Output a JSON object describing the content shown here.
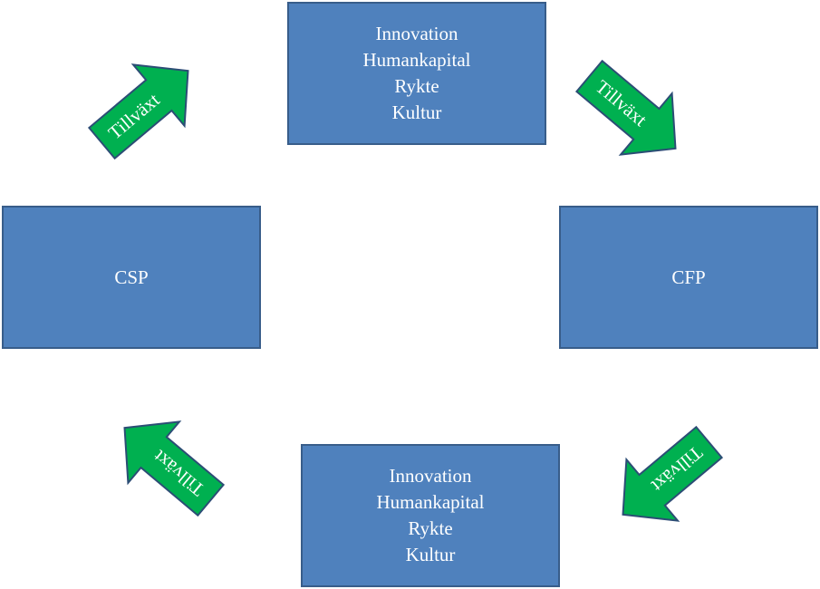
{
  "boxes": {
    "top": {
      "lines": [
        "Innovation",
        "Humankapital",
        "Rykte",
        "Kultur"
      ]
    },
    "bottom": {
      "lines": [
        "Innovation",
        "Humankapital",
        "Rykte",
        "Kultur"
      ]
    },
    "csp": {
      "label": "CSP"
    },
    "cfp": {
      "label": "CFP"
    }
  },
  "arrows": {
    "top_left": {
      "label": "Tillväxt"
    },
    "top_right": {
      "label": "Tillväxt"
    },
    "bottom_right": {
      "label": "Tillväxt"
    },
    "bottom_left": {
      "label": "Tillväxt"
    }
  },
  "colors": {
    "box_fill": "#4f81bd",
    "box_border": "#385d8a",
    "arrow_fill": "#00b050",
    "arrow_border": "#2c4d75",
    "text": "#ffffff"
  }
}
